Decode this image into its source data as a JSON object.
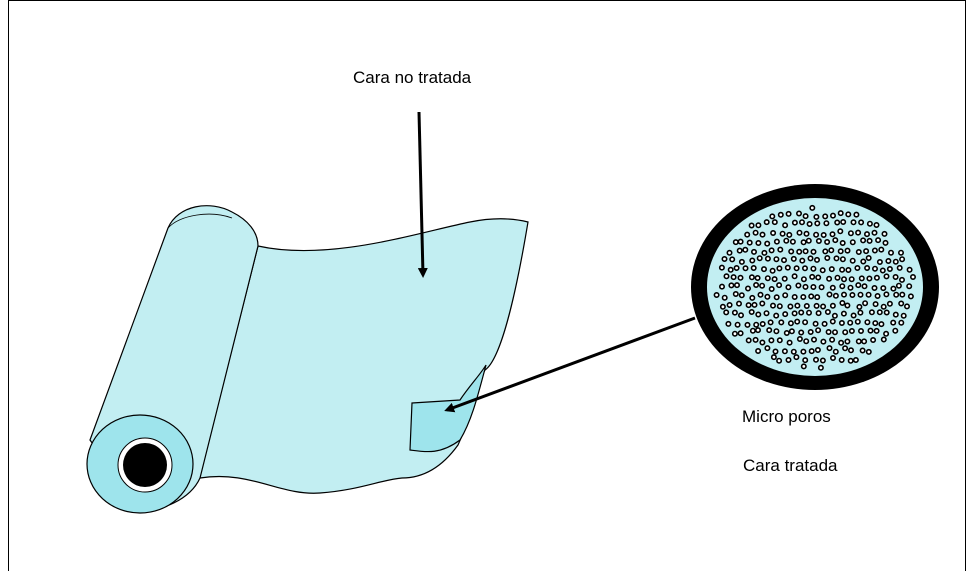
{
  "labels": {
    "untreated_side": "Cara no tratada",
    "micropores": "Micro poros",
    "treated_side": "Cara tratada"
  },
  "colors": {
    "film": "#c2eef2",
    "film_dark": "#9ee4ec",
    "outline": "#000000",
    "core": "#000000",
    "background": "#ffffff"
  },
  "icons": {
    "roll": "film-roll-icon",
    "magnifier": "magnified-pores-icon"
  }
}
